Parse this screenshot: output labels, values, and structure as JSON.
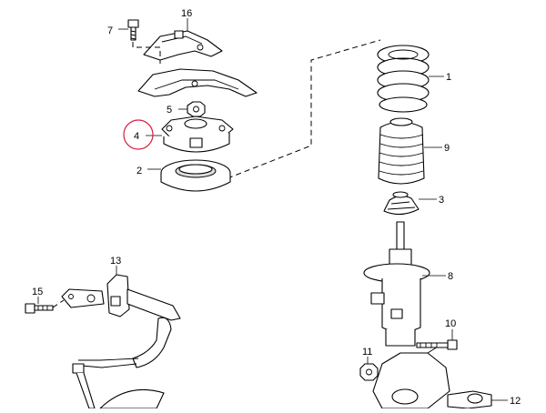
{
  "diagram": {
    "highlight_color": "#d81b3c",
    "line_color": "#000000",
    "callouts": [
      {
        "id": "c16",
        "label": "16"
      },
      {
        "id": "c7",
        "label": "7"
      },
      {
        "id": "c5",
        "label": "5"
      },
      {
        "id": "c4",
        "label": "4",
        "highlighted": true
      },
      {
        "id": "c2",
        "label": "2"
      },
      {
        "id": "c1",
        "label": "1"
      },
      {
        "id": "c9",
        "label": "9"
      },
      {
        "id": "c3",
        "label": "3"
      },
      {
        "id": "c8",
        "label": "8"
      },
      {
        "id": "c10",
        "label": "10"
      },
      {
        "id": "c11",
        "label": "11"
      },
      {
        "id": "c12",
        "label": "12"
      },
      {
        "id": "c13",
        "label": "13"
      },
      {
        "id": "c15",
        "label": "15"
      }
    ]
  }
}
